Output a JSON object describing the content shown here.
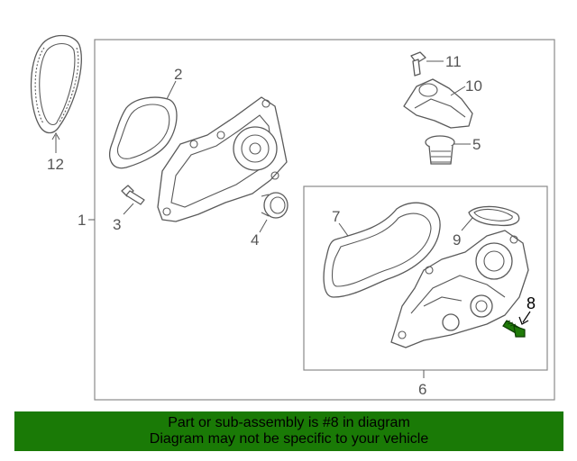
{
  "diagram": {
    "callouts": {
      "c1": "1",
      "c2": "2",
      "c3": "3",
      "c4": "4",
      "c5": "5",
      "c6": "6",
      "c7": "7",
      "c8": "8",
      "c9": "9",
      "c10": "10",
      "c11": "11",
      "c12": "12"
    },
    "highlighted_part": "8",
    "highlight_color": "#1f7a08"
  },
  "banner": {
    "line1": "Part or sub-assembly is #8 in diagram",
    "line2": "Diagram may not be specific to your vehicle",
    "background": "#1a7a06"
  }
}
